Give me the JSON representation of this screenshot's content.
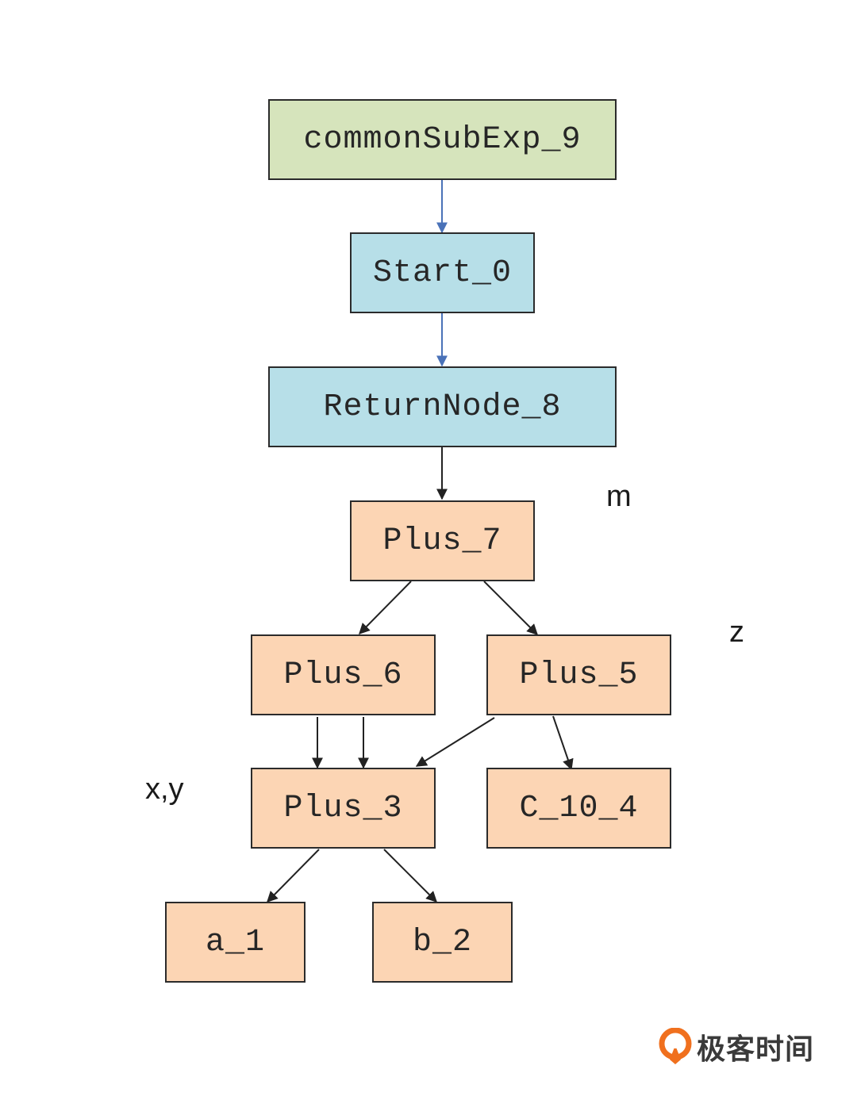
{
  "nodes": {
    "commonSubExp_9": "commonSubExp_9",
    "Start_0": "Start_0",
    "ReturnNode_8": "ReturnNode_8",
    "Plus_7": "Plus_7",
    "Plus_6": "Plus_6",
    "Plus_5": "Plus_5",
    "Plus_3": "Plus_3",
    "C_10_4": "C_10_4",
    "a_1": "a_1",
    "b_2": "b_2"
  },
  "labels": {
    "m": "m",
    "z": "z",
    "xy": "x,y"
  },
  "edges": [
    {
      "from": "commonSubExp_9",
      "to": "Start_0",
      "kind": "control"
    },
    {
      "from": "Start_0",
      "to": "ReturnNode_8",
      "kind": "control"
    },
    {
      "from": "ReturnNode_8",
      "to": "Plus_7",
      "kind": "data"
    },
    {
      "from": "Plus_7",
      "to": "Plus_6",
      "kind": "data"
    },
    {
      "from": "Plus_7",
      "to": "Plus_5",
      "kind": "data"
    },
    {
      "from": "Plus_6",
      "to": "Plus_3",
      "kind": "data"
    },
    {
      "from": "Plus_6",
      "to": "Plus_3",
      "kind": "data"
    },
    {
      "from": "Plus_5",
      "to": "Plus_3",
      "kind": "data"
    },
    {
      "from": "Plus_5",
      "to": "C_10_4",
      "kind": "data"
    },
    {
      "from": "Plus_3",
      "to": "a_1",
      "kind": "data"
    },
    {
      "from": "Plus_3",
      "to": "b_2",
      "kind": "data"
    }
  ],
  "colors": {
    "green": "#d6e4bc",
    "blue": "#b7dfe8",
    "peach": "#fcd5b4",
    "control_edge": "#4a72b8",
    "data_edge": "#222222",
    "logo_orange": "#f0701e"
  },
  "logo": {
    "text": "极客时间",
    "icon": "geektime-logo-icon"
  }
}
